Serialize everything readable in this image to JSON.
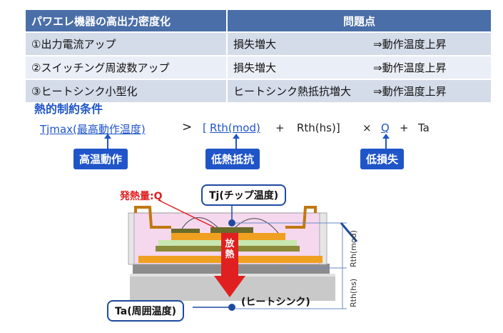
{
  "table": {
    "headers": [
      "パワエレ機器の高出力密度化",
      "問題点"
    ],
    "rows": [
      {
        "item": "①出力電流アップ",
        "problem": "損失増大",
        "result": "⇒動作温度上昇"
      },
      {
        "item": "②スイッチング周波数アップ",
        "problem": "損失増大",
        "result": "⇒動作温度上昇"
      },
      {
        "item": "③ヒートシンク小型化",
        "problem": "ヒートシンク熱抵抗増大",
        "result": "⇒動作温度上昇"
      }
    ]
  },
  "condition_title": "熱的制約条件",
  "formula": {
    "tjmax": "Tjmax(最高動作温度)",
    "gt": ">",
    "open": "[",
    "rth_mod": "Rth(mod)",
    "plus1": "+",
    "rth_hs": "Rth(hs)]",
    "times": "×",
    "q": "Q",
    "plus2": "+",
    "ta": "Ta"
  },
  "tags": {
    "high_temp": "高温動作",
    "low_rth": "低熱抵抗",
    "low_loss": "低損失"
  },
  "diagram": {
    "heat_label": "発熱量:Q",
    "tj_label": "Tj(チップ温度)",
    "ta_label": "Ta(周囲温度)",
    "heatsink_label": "(ヒートシンク)",
    "arrow_label": "放熱",
    "rth_mod_label": "Rth(mod)",
    "rth_hs_label": "Rth(hs)"
  },
  "colors": {
    "header_bg": "#4a6ea8",
    "accent_blue": "#1f55c8",
    "arrow_red": "#e02020"
  }
}
